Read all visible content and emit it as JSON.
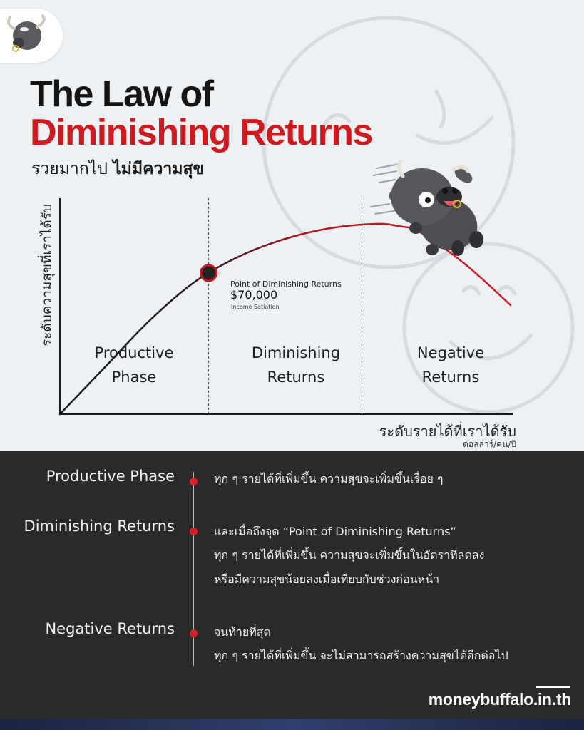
{
  "header": {
    "title_line1": "The Law of",
    "title_line2": "Diminishing Returns",
    "subtitle_plain": "รวยมากไป",
    "subtitle_bold": "ไม่มีความสุข"
  },
  "chart_data": {
    "type": "line",
    "ylabel": "ระดับความสุขที่เราได้รับ",
    "xlabel": "ระดับรายได้ที่เราได้รับ",
    "x_unit": "ดอลลาร์/คน/ปี",
    "x_range": [
      0,
      100
    ],
    "y_range": [
      0,
      100
    ],
    "grid": false,
    "curve": {
      "x": [
        0,
        10,
        20,
        30,
        40,
        50,
        60,
        70,
        75,
        80,
        90,
        100
      ],
      "y": [
        0,
        22,
        44,
        62,
        74,
        82,
        87,
        89,
        88,
        85,
        70,
        51
      ]
    },
    "regions": [
      {
        "name": "productive",
        "label_line1": "Productive",
        "label_line2": "Phase",
        "x_start": 0,
        "x_end": 33
      },
      {
        "name": "diminishing",
        "label_line1": "Diminishing",
        "label_line2": "Returns",
        "x_start": 33,
        "x_end": 67
      },
      {
        "name": "negative",
        "label_line1": "Negative",
        "label_line2": "Returns",
        "x_start": 67,
        "x_end": 100
      }
    ],
    "dividers_x": [
      33,
      67
    ],
    "point": {
      "x": 33,
      "y": 66,
      "label": "Point of Diminishing Returns",
      "value": "$70,000",
      "note": "Income Satiation"
    },
    "colors": {
      "curve_start": "#1a1a1a",
      "curve_end": "#d31c24",
      "point_fill": "#222222",
      "point_ring": "#c9161e"
    }
  },
  "legend_rows": [
    {
      "title": "Productive Phase",
      "lines": [
        "ทุก ๆ รายได้ที่เพิ่มขึ้น ความสุขจะเพิ่มขึ้นเรื่อย ๆ"
      ]
    },
    {
      "title": "Diminishing Returns",
      "lines": [
        "และเมื่อถึงจุด “Point of Diminishing Returns”",
        "ทุก ๆ รายได้ที่เพิ่มขึ้น ความสุขจะเพิ่มขึ้นในอัตราที่ลดลง",
        "หรือมีความสุขน้อยลงเมื่อเทียบกับช่วงก่อนหน้า"
      ]
    },
    {
      "title": "Negative Returns",
      "lines": [
        "จนท้ายที่สุด",
        "ทุก ๆ รายได้ที่เพิ่มขึ้น จะไม่สามารถสร้างความสุขได้อีกต่อไป"
      ]
    }
  ],
  "footer": {
    "brand": "moneybuffalo.in.th"
  },
  "icons": {
    "logo": "buffalo-head-icon",
    "mascot": "falling-buffalo-mascot"
  },
  "colors": {
    "accent": "#cf1b20",
    "dark_panel": "#2b2a2a",
    "background": "#eef1f4"
  }
}
